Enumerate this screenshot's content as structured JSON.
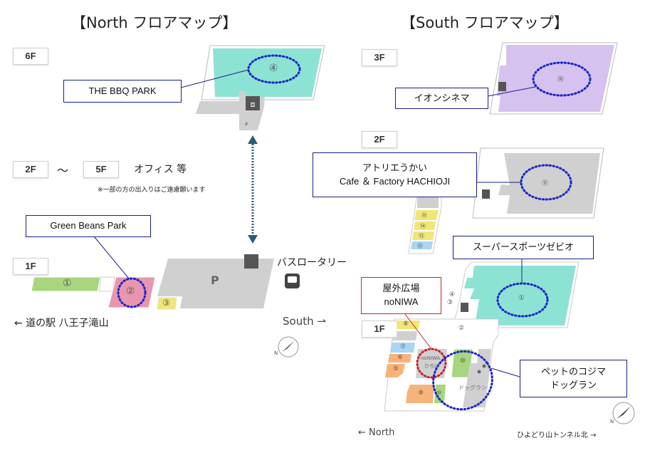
{
  "north": {
    "title": "【North フロアマップ】",
    "floors": {
      "f6": "6F",
      "f2": "2F",
      "f5": "5F",
      "f1": "1F"
    },
    "range_sep": "〜",
    "office_label": "オフィス 等",
    "office_note": "※一部の方の出入りはご遠慮願います",
    "callouts": {
      "bbq": "THE BBQ PARK",
      "green_beans": "Green Beans Park"
    },
    "areas": {
      "a1": "①",
      "a2": "②",
      "a3": "③",
      "a4": "④",
      "parking": "P"
    },
    "bus_rotary": "バスロータリー",
    "left_nav": "← 道の駅 八王子滝山",
    "right_nav": "South ⇀",
    "compass_n": "N"
  },
  "south": {
    "title": "【South フロアマップ】",
    "floors": {
      "f3": "3F",
      "f2": "2F",
      "f1": "1F"
    },
    "callouts": {
      "cinema": "イオンシネマ",
      "atelier_line1": "アトリエうかい",
      "atelier_line2": "Cafe ＆ Factory HACHIOJI",
      "xebio": "スーパースポーツゼビオ",
      "noniwa_line1": "屋外広場",
      "noniwa_line2": "noNIWA",
      "kojima_line1": "ペットのコジマ",
      "kojima_line2": "ドッグラン"
    },
    "areas": {
      "a1": "①",
      "a2": "②",
      "a3": "③",
      "a4": "④",
      "a5": "⑤",
      "a6": "⑥",
      "a7": "⑦",
      "a8": "⑧",
      "a9": "⑨",
      "a10": "⑩",
      "a10b": "⑩",
      "a11": "⑪",
      "a12": "⑫",
      "a13": "⑬",
      "a14": "⑭",
      "a15": "⑮",
      "a16": "⑯"
    },
    "noniwa_plaza_line1": "noNIWA",
    "noniwa_plaza_line2": "ひろば",
    "dog_run": "ドッグラン",
    "left_nav": "← North",
    "right_nav": "ひよどり山トンネル北 →",
    "compass_n": "N"
  },
  "colors": {
    "teal": "#8de3d3",
    "purple": "#d5c2ef",
    "green": "#a7d67e",
    "pink": "#e896b0",
    "yellow": "#f2e774",
    "orange": "#f7b37a",
    "blue": "#a9d6f5",
    "gray": "#d0d0d0",
    "callout_border": "#1a1f86",
    "highlight_dots": "#1a23c9",
    "noniwa_dots": "#d0202a",
    "link_arrow": "#2a5b7a"
  }
}
